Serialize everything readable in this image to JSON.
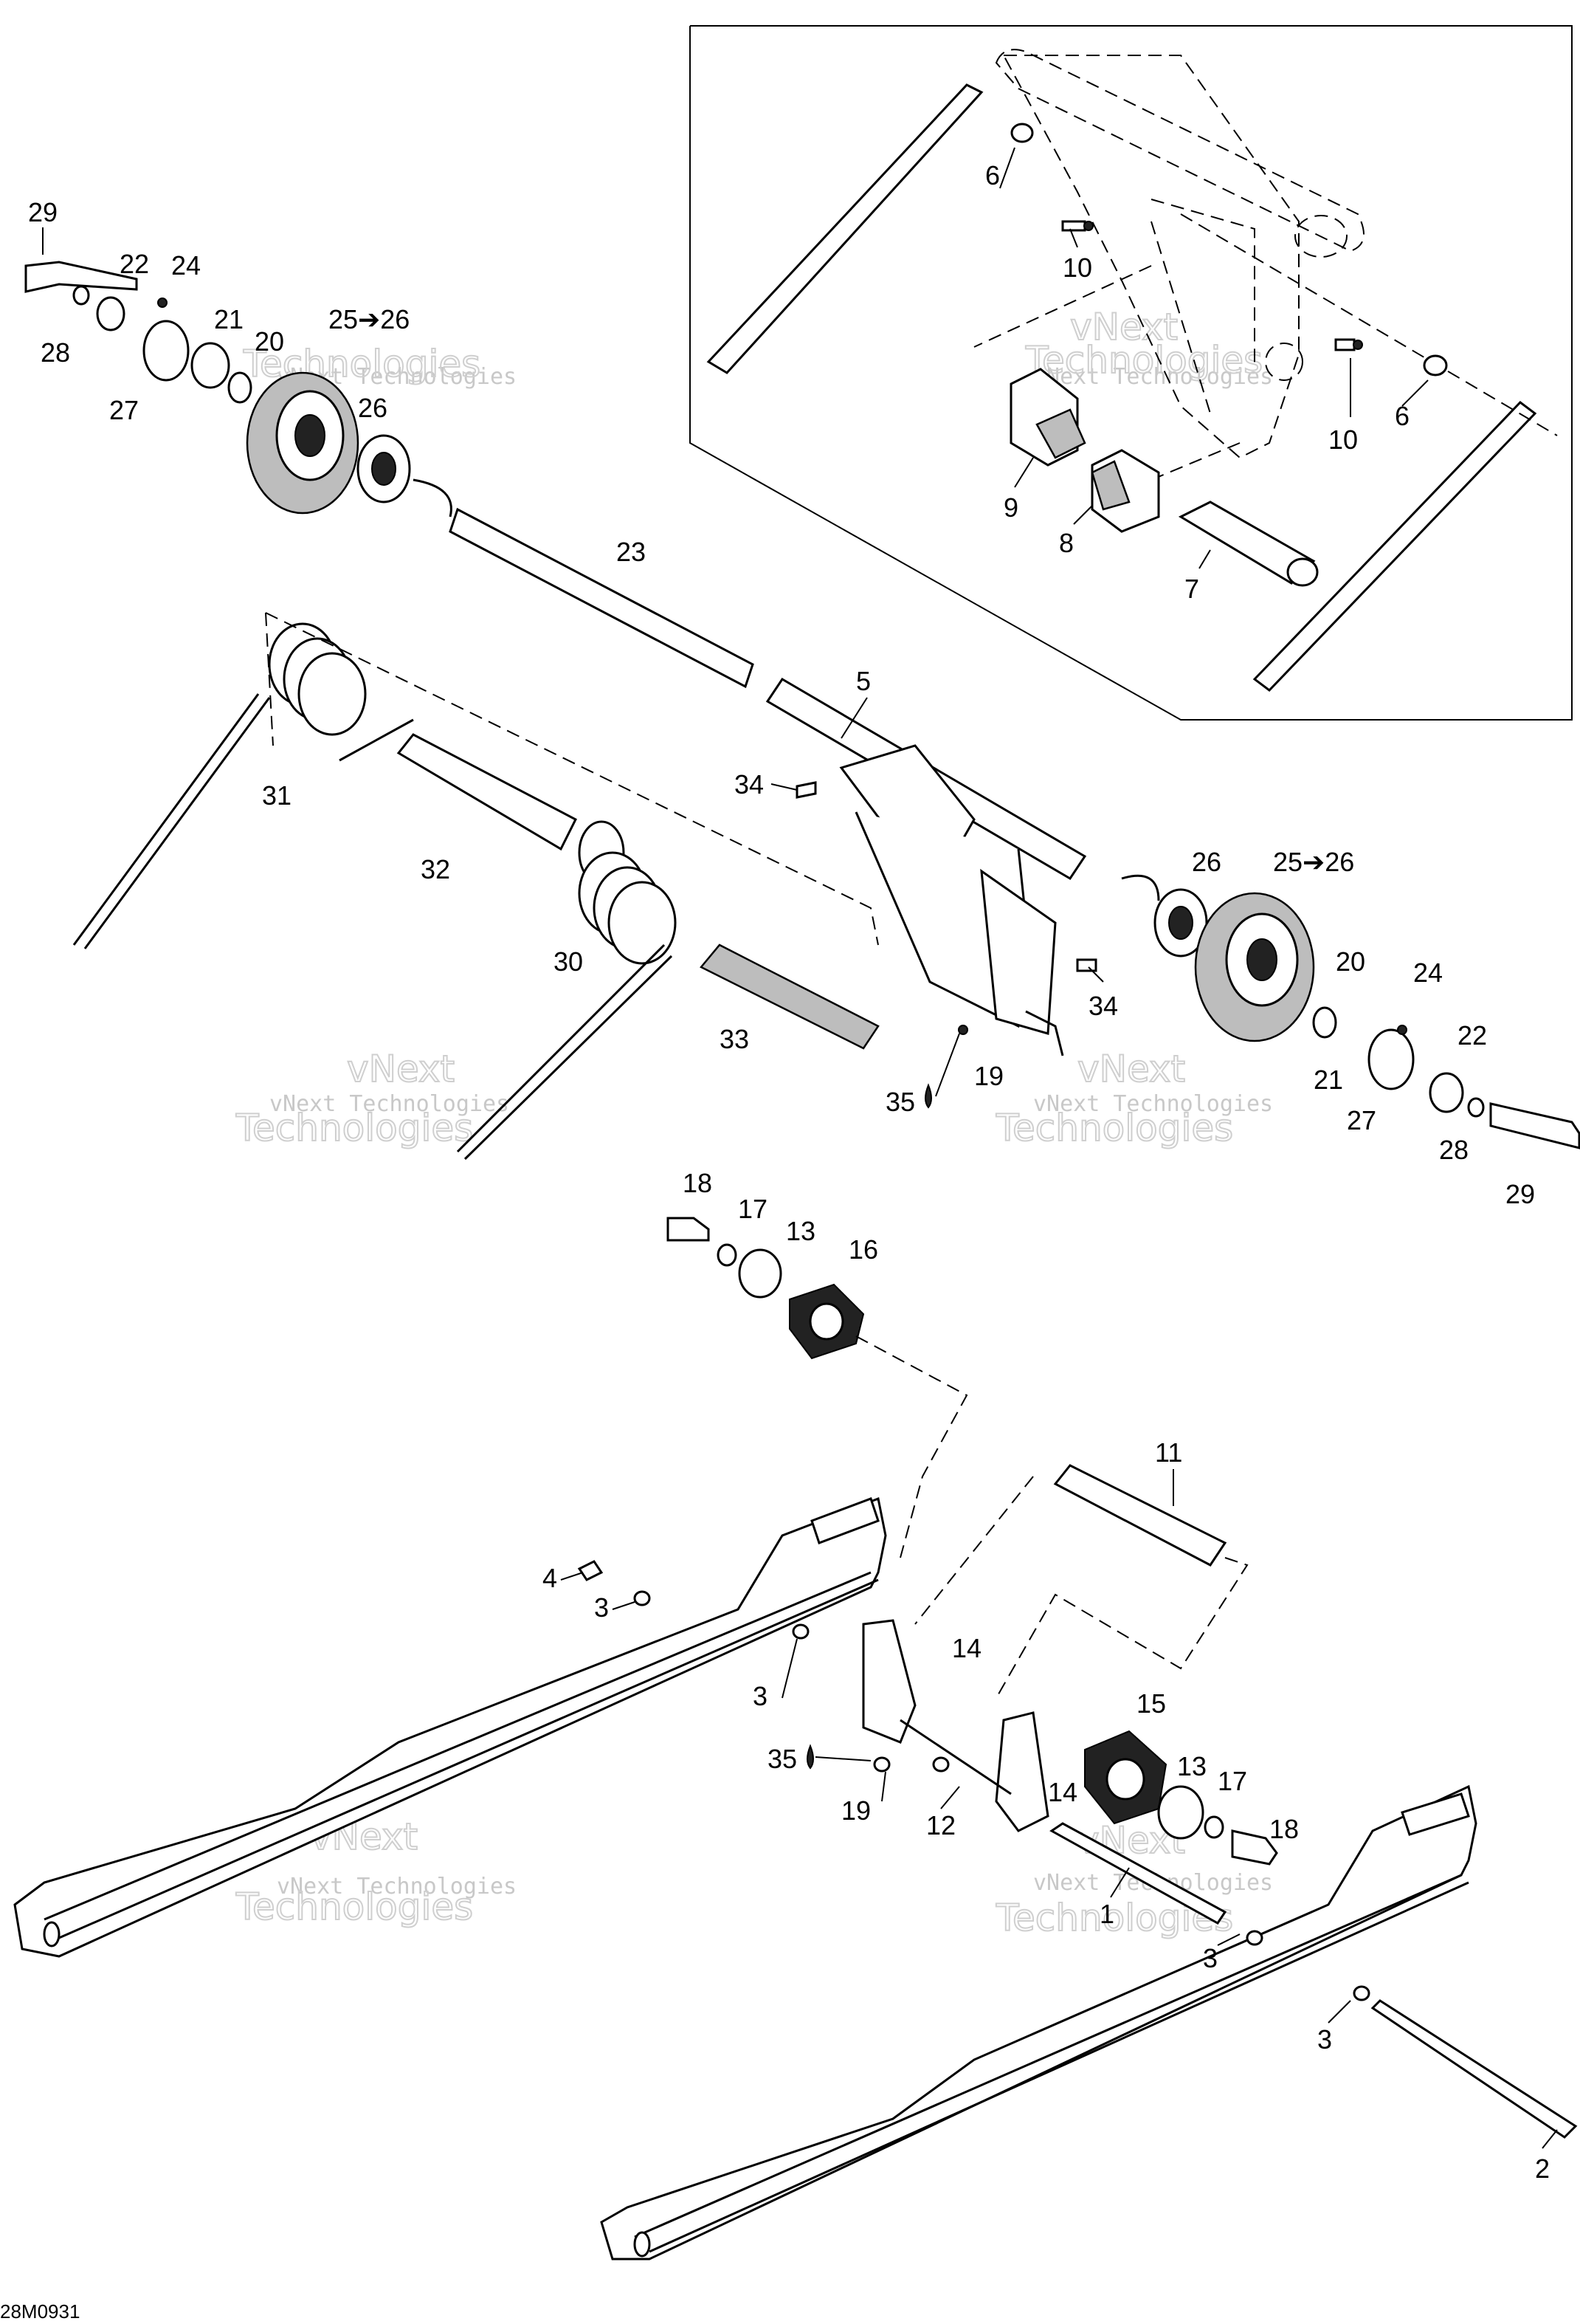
{
  "diagram": {
    "code": "28M0931",
    "watermark": {
      "line1": "vNext Technologies",
      "line2": "Technologies",
      "line3": "vNext"
    },
    "labels": [
      {
        "id": "l29a",
        "text": "29"
      },
      {
        "id": "l22a",
        "text": "22"
      },
      {
        "id": "l24a",
        "text": "24"
      },
      {
        "id": "l21a",
        "text": "21"
      },
      {
        "id": "l20a",
        "text": "20"
      },
      {
        "id": "l2526a",
        "text": "25➔26"
      },
      {
        "id": "l28a",
        "text": "28"
      },
      {
        "id": "l27a",
        "text": "27"
      },
      {
        "id": "l26a",
        "text": "26"
      },
      {
        "id": "l23",
        "text": "23"
      },
      {
        "id": "l6a",
        "text": "6"
      },
      {
        "id": "l10a",
        "text": "10"
      },
      {
        "id": "l10b",
        "text": "10"
      },
      {
        "id": "l6b",
        "text": "6"
      },
      {
        "id": "l9",
        "text": "9"
      },
      {
        "id": "l8",
        "text": "8"
      },
      {
        "id": "l7",
        "text": "7"
      },
      {
        "id": "l5",
        "text": "5"
      },
      {
        "id": "l34a",
        "text": "34"
      },
      {
        "id": "l31",
        "text": "31"
      },
      {
        "id": "l32",
        "text": "32"
      },
      {
        "id": "l30",
        "text": "30"
      },
      {
        "id": "l33",
        "text": "33"
      },
      {
        "id": "l26b",
        "text": "26"
      },
      {
        "id": "l2526b",
        "text": "25➔26"
      },
      {
        "id": "l34b",
        "text": "34"
      },
      {
        "id": "l20b",
        "text": "20"
      },
      {
        "id": "l24b",
        "text": "24"
      },
      {
        "id": "l19a",
        "text": "19"
      },
      {
        "id": "l35a",
        "text": "35"
      },
      {
        "id": "l21b",
        "text": "21"
      },
      {
        "id": "l22b",
        "text": "22"
      },
      {
        "id": "l27b",
        "text": "27"
      },
      {
        "id": "l28b",
        "text": "28"
      },
      {
        "id": "l29b",
        "text": "29"
      },
      {
        "id": "l18a",
        "text": "18"
      },
      {
        "id": "l17a",
        "text": "17"
      },
      {
        "id": "l13a",
        "text": "13"
      },
      {
        "id": "l16",
        "text": "16"
      },
      {
        "id": "l11",
        "text": "11"
      },
      {
        "id": "l4",
        "text": "4"
      },
      {
        "id": "l3a",
        "text": "3"
      },
      {
        "id": "l14a",
        "text": "14"
      },
      {
        "id": "l3b",
        "text": "3"
      },
      {
        "id": "l15",
        "text": "15"
      },
      {
        "id": "l35b",
        "text": "35"
      },
      {
        "id": "l13b",
        "text": "13"
      },
      {
        "id": "l17b",
        "text": "17"
      },
      {
        "id": "l14b",
        "text": "14"
      },
      {
        "id": "l19b",
        "text": "19"
      },
      {
        "id": "l12",
        "text": "12"
      },
      {
        "id": "l18b",
        "text": "18"
      },
      {
        "id": "l1",
        "text": "1"
      },
      {
        "id": "l3c",
        "text": "3"
      },
      {
        "id": "l3d",
        "text": "3"
      },
      {
        "id": "l2",
        "text": "2"
      }
    ]
  }
}
